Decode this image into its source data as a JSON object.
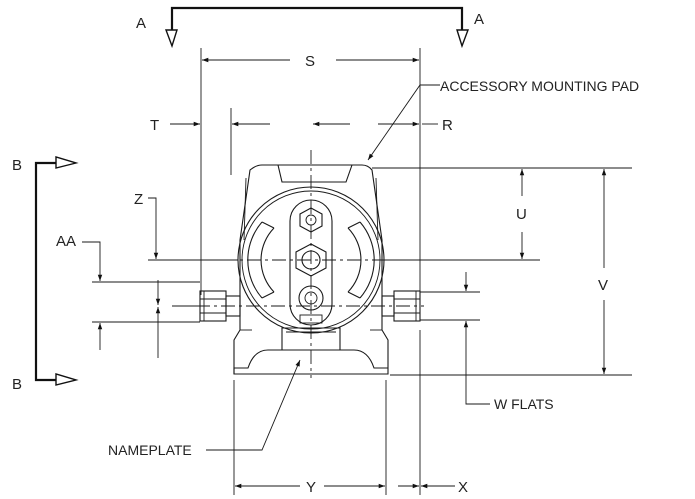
{
  "labels": {
    "section_a": "A",
    "section_b": "B",
    "dim_s": "S",
    "dim_t": "T",
    "dim_r": "R",
    "dim_z": "Z",
    "dim_aa": "AA",
    "dim_u": "U",
    "dim_v": "V",
    "dim_w": "W FLATS",
    "dim_y": "Y",
    "dim_x": "X",
    "accessory_pad": "ACCESSORY MOUNTING PAD",
    "nameplate": "NAMEPLATE"
  }
}
